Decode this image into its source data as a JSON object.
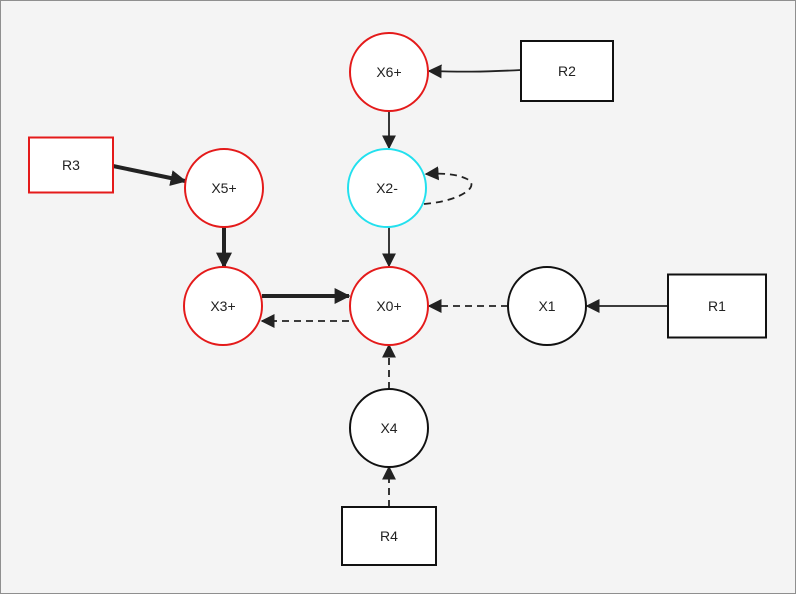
{
  "colors": {
    "red": "#e41a1a",
    "cyan": "#22e0ee",
    "black": "#111111",
    "edge": "#222222"
  },
  "nodes": [
    {
      "id": "X6",
      "label": "X6+",
      "shape": "circle",
      "border": "red"
    },
    {
      "id": "R2",
      "label": "R2",
      "shape": "box",
      "border": "black"
    },
    {
      "id": "X2",
      "label": "X2-",
      "shape": "circle",
      "border": "cyan"
    },
    {
      "id": "R3",
      "label": "R3",
      "shape": "box",
      "border": "red"
    },
    {
      "id": "X5",
      "label": "X5+",
      "shape": "circle",
      "border": "red"
    },
    {
      "id": "X3",
      "label": "X3+",
      "shape": "circle",
      "border": "red"
    },
    {
      "id": "X0",
      "label": "X0+",
      "shape": "circle",
      "border": "red"
    },
    {
      "id": "X1",
      "label": "X1",
      "shape": "circle",
      "border": "black"
    },
    {
      "id": "R1",
      "label": "R1",
      "shape": "box",
      "border": "black"
    },
    {
      "id": "X4",
      "label": "X4",
      "shape": "circle",
      "border": "black"
    },
    {
      "id": "R4",
      "label": "R4",
      "shape": "box",
      "border": "black"
    }
  ],
  "edges": [
    {
      "from": "R2",
      "to": "X6",
      "style": "solid",
      "weight": "normal"
    },
    {
      "from": "X6",
      "to": "X2",
      "style": "solid",
      "weight": "normal"
    },
    {
      "from": "X2",
      "to": "X2",
      "style": "dashed",
      "weight": "normal",
      "self_loop": true
    },
    {
      "from": "X2",
      "to": "X0",
      "style": "solid",
      "weight": "normal"
    },
    {
      "from": "R3",
      "to": "X5",
      "style": "solid",
      "weight": "thick"
    },
    {
      "from": "X5",
      "to": "X3",
      "style": "solid",
      "weight": "thick"
    },
    {
      "from": "X3",
      "to": "X0",
      "style": "solid",
      "weight": "thick"
    },
    {
      "from": "X0",
      "to": "X3",
      "style": "dashed",
      "weight": "normal"
    },
    {
      "from": "X1",
      "to": "X0",
      "style": "dashed",
      "weight": "normal"
    },
    {
      "from": "R1",
      "to": "X1",
      "style": "solid",
      "weight": "normal"
    },
    {
      "from": "X4",
      "to": "X0",
      "style": "dashed",
      "weight": "normal"
    },
    {
      "from": "R4",
      "to": "X4",
      "style": "dashed",
      "weight": "normal"
    }
  ]
}
